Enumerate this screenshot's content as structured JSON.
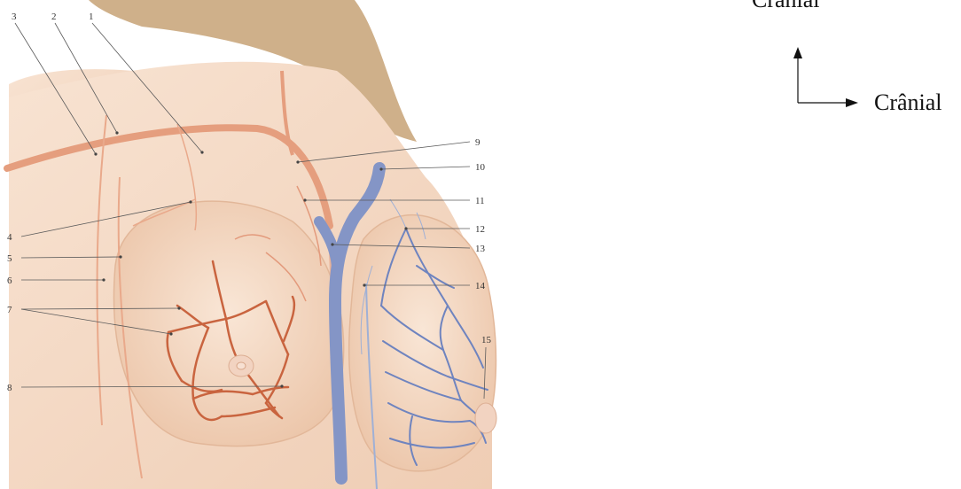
{
  "orientation": {
    "top_label": "Crânial",
    "right_label": "Crânial"
  },
  "labels": [
    "1",
    "2",
    "3",
    "4",
    "5",
    "6",
    "7",
    "8",
    "9",
    "10",
    "11",
    "12",
    "13",
    "14",
    "15"
  ],
  "colors": {
    "skin": "#f6dcc8",
    "skin_shadow": "#e8c2a6",
    "hair": "#c9ab85",
    "artery": "#cc6a4a",
    "artery_light": "#e39a7c",
    "vein": "#7b8fc4",
    "vein_dark": "#5f76b4",
    "leader": "#555555"
  }
}
